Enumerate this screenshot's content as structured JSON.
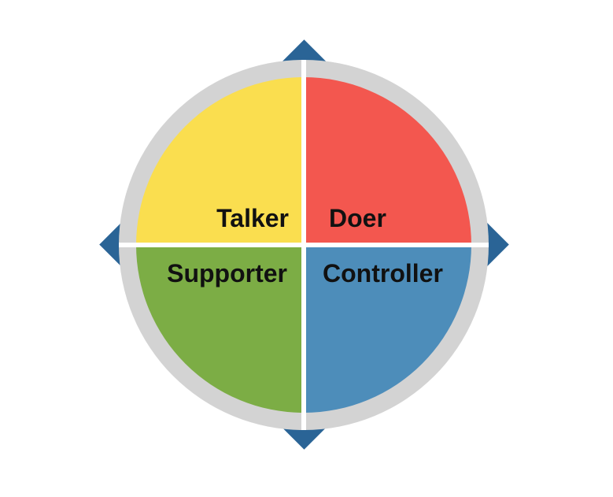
{
  "diagram": {
    "background_color": "#FFFFFF",
    "ring_color": "#D3D3D3",
    "divider_color": "#FFFFFF",
    "pointer_color": "#2A6496",
    "label_color": "#111111",
    "quadrants": [
      {
        "position": "top-left",
        "label": "Talker",
        "color": "#FADE4F"
      },
      {
        "position": "top-right",
        "label": "Doer",
        "color": "#F3574F"
      },
      {
        "position": "bottom-left",
        "label": "Supporter",
        "color": "#7CAD45"
      },
      {
        "position": "bottom-right",
        "label": "Controller",
        "color": "#4D8DBA"
      }
    ],
    "pointers": [
      "top",
      "right",
      "bottom",
      "left"
    ]
  }
}
